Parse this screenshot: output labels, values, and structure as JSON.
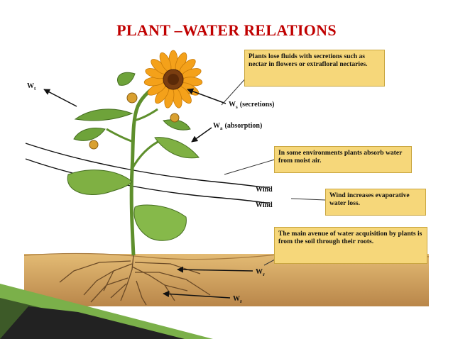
{
  "title": "PLANT –WATER RELATIONS",
  "labels": {
    "wt": "W",
    "wt_sub": "t",
    "ws": "W",
    "ws_sub": "s",
    "ws_text": "(secretions)",
    "wa": "W",
    "wa_sub": "a",
    "wa_text": "(absorption)",
    "wind1": "Wind",
    "wind2": "Wind",
    "wr1": "W",
    "wr1_sub": "r",
    "wr2": "W",
    "wr2_sub": "r"
  },
  "notes": {
    "secretions": "Plants lose fluids with secretions such as nectar in flowers or extrafloral nectaries.",
    "moist_air": "In some environments plants absorb water from moist air.",
    "wind": "Wind increases evaporative water loss.",
    "soil": "The main avenue of water acquisition by plants is from the soil through their roots."
  },
  "colors": {
    "title": "#c00000",
    "note_fill": "#f6d77a",
    "soil": "#d2a45e",
    "leaf": "#7fb043",
    "stem": "#5e8f2c",
    "petal": "#f4a11a",
    "corner_dark": "#3d5a28",
    "corner_green": "#7bb04a"
  }
}
